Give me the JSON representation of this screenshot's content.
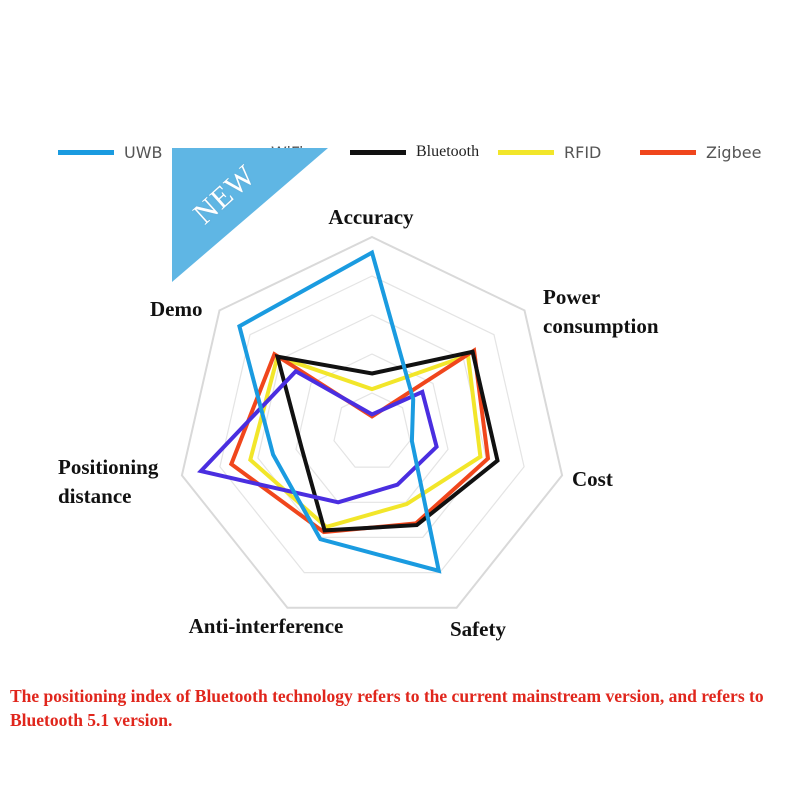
{
  "chart_data": {
    "type": "radar",
    "axes": [
      "Accuracy",
      "Power consumption",
      "Cost",
      "Safety",
      "Anti-interference",
      "Positioning distance",
      "Demo"
    ],
    "axis_label_lines": [
      [
        "Accuracy"
      ],
      [
        "Power",
        "consumption"
      ],
      [
        "Cost"
      ],
      [
        "Safety"
      ],
      [
        "Anti-interference"
      ],
      [
        "Positioning",
        "distance"
      ],
      [
        "Demo"
      ]
    ],
    "range": [
      0,
      5
    ],
    "grid": true,
    "legend_position": "top",
    "series": [
      {
        "name": "UWB",
        "color": "#1a9be0",
        "values": [
          4.6,
          1.35,
          1.05,
          3.95,
          3.05,
          2.6,
          4.35
        ]
      },
      {
        "name": "WiFi",
        "color": "#4a2ee0",
        "values": [
          0.45,
          1.65,
          1.7,
          1.5,
          2.0,
          4.5,
          2.5
        ]
      },
      {
        "name": "Bluetooth",
        "color": "#111111",
        "values": [
          1.5,
          3.3,
          3.3,
          2.65,
          2.8,
          1.85,
          3.1
        ]
      },
      {
        "name": "RFID",
        "color": "#f2e62a",
        "values": [
          1.1,
          3.15,
          2.85,
          2.05,
          2.7,
          3.2,
          3.1
        ]
      },
      {
        "name": "Zigbee",
        "color": "#f0461c",
        "values": [
          0.4,
          3.35,
          3.05,
          2.6,
          2.85,
          3.7,
          3.2
        ]
      }
    ]
  },
  "banner": {
    "text": "NEW",
    "color": "#5fb6e4"
  },
  "footnote": "The positioning index of Bluetooth technology refers to the current mainstream version, and refers to Bluetooth 5.1 version."
}
